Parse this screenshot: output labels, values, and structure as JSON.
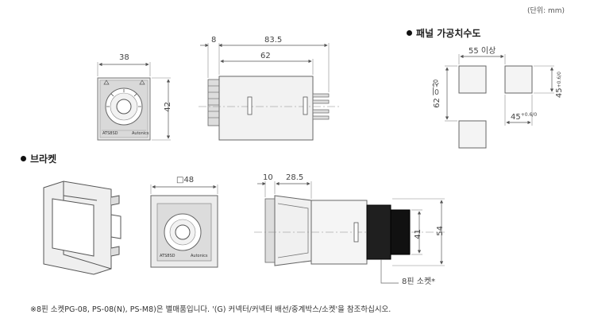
{
  "unit_label": "(단위: mm)",
  "panel_section": {
    "title": "패널 가공치수도",
    "spacing_h": "55 이상",
    "spacing_v": "62 이상",
    "cutout_h": "45",
    "cutout_h_tol": "+0.6/0",
    "cutout_v": "45",
    "cutout_v_tol": "+0.6/0"
  },
  "bracket_section": {
    "title": "브라켓"
  },
  "front_view": {
    "width": "38",
    "height": "42",
    "model": "ATS8SD",
    "brand": "Autonics"
  },
  "side_view": {
    "offset": "8",
    "total": "83.5",
    "body": "62"
  },
  "bracket_front": {
    "size": "□48",
    "model": "ATS8SD",
    "brand": "Autonics"
  },
  "bracket_side": {
    "offset": "10",
    "depth": "28.5",
    "inner": "41",
    "outer": "54",
    "socket_label": "8핀 소켓*"
  },
  "footnote": "※8핀 소켓PG-08, PS-08(N), PS-M8)은 별매품입니다. '(G) 커넥터/커넥터 배선/중계박스/소켓'을 참조하십시오."
}
